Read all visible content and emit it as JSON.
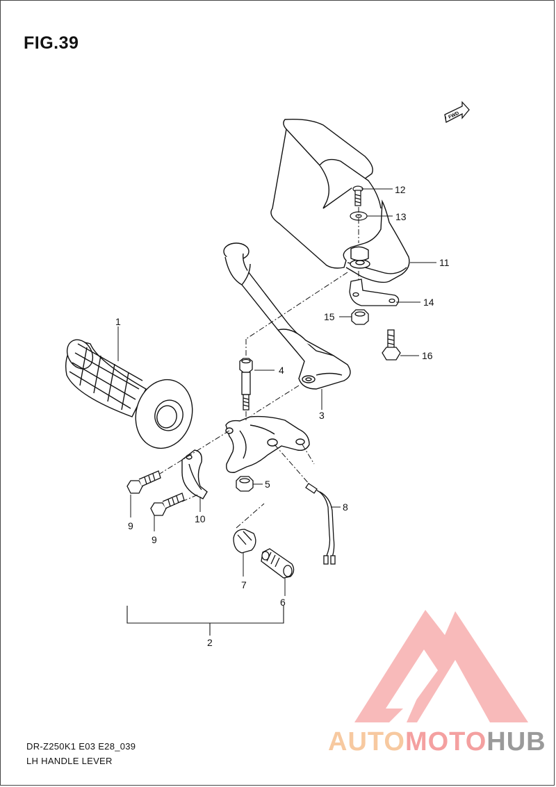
{
  "figure": {
    "title": "FIG.39",
    "model_code": "DR-Z250K1  E03  E28_039",
    "caption": "LH HANDLE LEVER",
    "direction_tag": "FWD"
  },
  "callouts": [
    {
      "id": "1",
      "label": "1"
    },
    {
      "id": "2",
      "label": "2"
    },
    {
      "id": "3",
      "label": "3"
    },
    {
      "id": "4",
      "label": "4"
    },
    {
      "id": "5",
      "label": "5"
    },
    {
      "id": "6",
      "label": "6"
    },
    {
      "id": "7",
      "label": "7"
    },
    {
      "id": "8",
      "label": "8"
    },
    {
      "id": "9a",
      "label": "9"
    },
    {
      "id": "9b",
      "label": "9"
    },
    {
      "id": "10",
      "label": "10"
    },
    {
      "id": "11",
      "label": "11"
    },
    {
      "id": "12",
      "label": "12"
    },
    {
      "id": "13",
      "label": "13"
    },
    {
      "id": "14",
      "label": "14"
    },
    {
      "id": "15",
      "label": "15"
    },
    {
      "id": "16",
      "label": "16"
    }
  ],
  "watermark": {
    "part1": "AUTO",
    "part2": "MOTO",
    "part3": "HUB",
    "colors": {
      "part1": "#f7c9a0",
      "part2": "#f4a0a0",
      "part3": "#9a9a9a",
      "logo": "#f08a8a"
    }
  }
}
